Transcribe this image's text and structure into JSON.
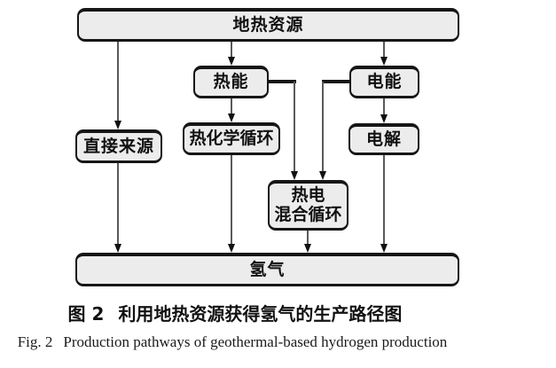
{
  "diagram": {
    "nodes": {
      "geothermal": {
        "label": "地热资源"
      },
      "thermal": {
        "label": "热能"
      },
      "electric": {
        "label": "电能"
      },
      "direct": {
        "label": "直接来源"
      },
      "thermochemical": {
        "label": "热化学循环"
      },
      "electrolysis": {
        "label": "电解"
      },
      "hybrid": {
        "line1": "热电",
        "line2": "混合循环"
      },
      "hydrogen": {
        "label": "氢气"
      }
    },
    "edges": [
      {
        "from": "geothermal",
        "to": "direct"
      },
      {
        "from": "geothermal",
        "to": "thermal"
      },
      {
        "from": "geothermal",
        "to": "electric"
      },
      {
        "from": "thermal",
        "to": "thermochemical"
      },
      {
        "from": "thermal",
        "to": "hybrid"
      },
      {
        "from": "electric",
        "to": "electrolysis"
      },
      {
        "from": "electric",
        "to": "hybrid"
      },
      {
        "from": "direct",
        "to": "hydrogen"
      },
      {
        "from": "thermochemical",
        "to": "hydrogen"
      },
      {
        "from": "hybrid",
        "to": "hydrogen"
      },
      {
        "from": "electrolysis",
        "to": "hydrogen"
      }
    ],
    "colors": {
      "background": "#ffffff",
      "node_fill": "#ececec",
      "node_border": "#161616",
      "connector": "#5a5a5a",
      "arrowhead": "#111111"
    }
  },
  "caption": {
    "zh_label": "图 2",
    "zh_text": "利用地热资源获得氢气的生产路径图",
    "en_label": "Fig. 2",
    "en_text": "Production pathways of geothermal-based hydrogen production"
  }
}
